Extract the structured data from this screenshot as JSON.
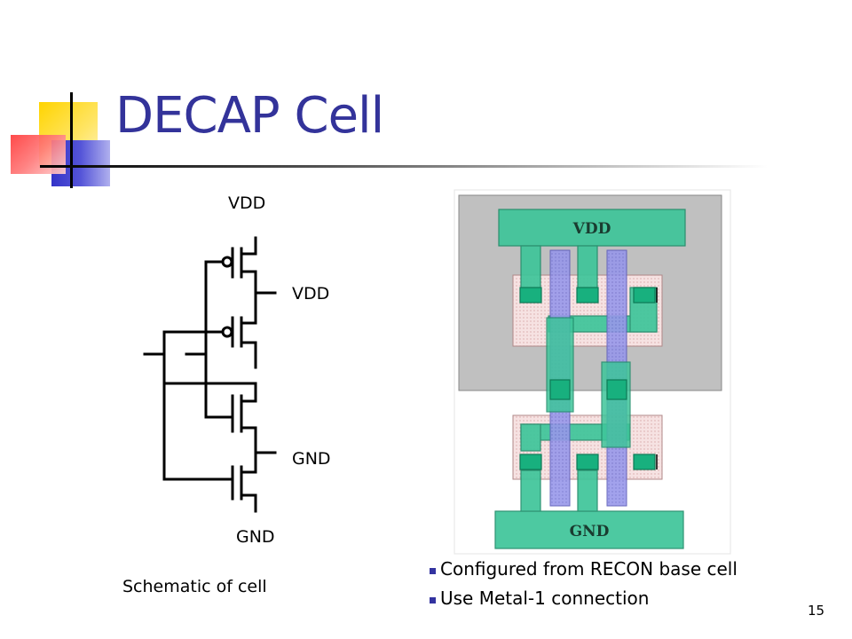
{
  "slide": {
    "title": "DECAP Cell",
    "page_number": "15"
  },
  "schematic": {
    "label_vdd_top": "VDD",
    "label_vdd_mid": "VDD",
    "label_gnd_mid": "GND",
    "label_gnd_bottom": "GND",
    "caption": "Schematic of cell"
  },
  "layout": {
    "vdd_label": "VDD",
    "gnd_label": "GND"
  },
  "bullets": [
    "Configured from RECON base cell",
    "Use Metal-1 connection"
  ],
  "colors": {
    "title": "#33339a",
    "metal": "#3ec59a",
    "poly": "#9a9ae8",
    "well": "#c0c0c0",
    "diffusion": "#f8e8e8"
  }
}
